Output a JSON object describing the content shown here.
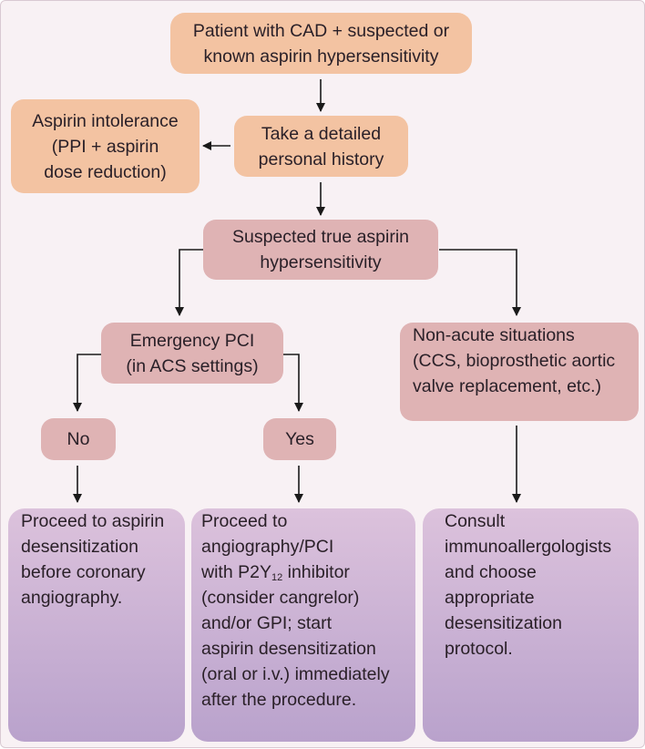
{
  "nodes": {
    "start": {
      "lines": [
        "Patient with CAD + suspected or",
        "known aspirin hypersensitivity"
      ]
    },
    "intolerance": {
      "lines": [
        "Aspirin intolerance",
        "(PPI + aspirin",
        "dose reduction)"
      ]
    },
    "history": {
      "lines": [
        "Take a detailed",
        "personal history"
      ]
    },
    "suspected": {
      "lines": [
        "Suspected true aspirin",
        "hypersensitivity"
      ]
    },
    "emergency": {
      "lines": [
        "Emergency PCI",
        "(in ACS settings)"
      ]
    },
    "nonacute": {
      "lines": [
        "Non-acute situations",
        "(CCS, bioprosthetic aortic",
        "valve replacement, etc.)"
      ]
    },
    "no": {
      "label": "No"
    },
    "yes": {
      "label": "Yes"
    },
    "outcome_no": {
      "lines": [
        "Proceed to aspirin",
        "desensitization",
        "before coronary",
        "angiography."
      ]
    },
    "outcome_yes": {
      "line1": "Proceed to",
      "line2": "angiography/PCI",
      "line3_pre": "with P2Y",
      "line3_sub": "12",
      "line3_post": " inhibitor",
      "line4": "(consider cangrelor)",
      "line5": "and/or GPI; start",
      "line6": "aspirin desensitization",
      "line7": "(oral or i.v.) immediately",
      "line8": "after the procedure."
    },
    "outcome_nonacute": {
      "lines": [
        "Consult",
        "immunoallergologists",
        "and choose",
        "appropriate",
        "desensitization",
        "protocol."
      ]
    }
  },
  "colors": {
    "orange": "#f3c3a2",
    "pink": "#dfb3b4",
    "purple_top": "#dcc2dc",
    "purple_bottom": "#b9a2cc",
    "arrow": "#1a1a1a"
  }
}
